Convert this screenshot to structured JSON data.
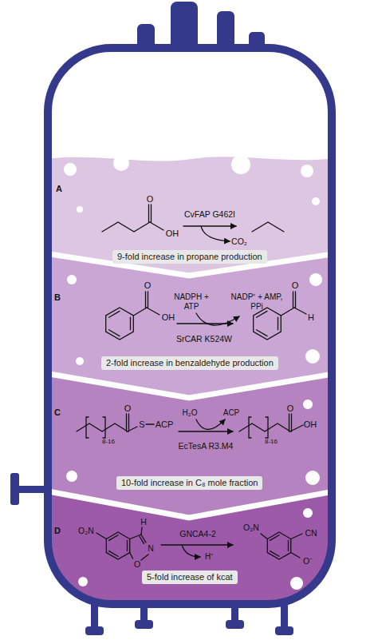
{
  "diagram": {
    "nodes": [
      {
        "text": [
          "A"
        ]
      },
      {
        "text": [
          "9-fold increase in propane production"
        ],
        "in": 0
      },
      {
        "text": [
          "B"
        ]
      },
      {
        "text": [
          "2-fold increase in benzaldehyde production"
        ],
        "in": 2
      },
      {
        "text": [
          "C"
        ]
      },
      {
        "text": [
          "10-fold increase in C₈ mole fraction"
        ],
        "in": 4
      },
      {
        "text": [
          "D"
        ]
      },
      {
        "text": [
          "5-fold increase of kcat"
        ],
        "in": 6
      }
    ],
    "labels": [
      "O",
      "OH",
      "CvFAP G462I",
      "CO₂",
      "O",
      "OH",
      "NADPH + ATP",
      "NADP⁺ + AMP, PPi",
      "SrCAR K524W",
      "O",
      "H",
      "O",
      "8-16",
      "S",
      "ACP",
      "H₂O",
      "ACP",
      "EcTesA R3.M4",
      "O",
      "8-16",
      "OH",
      "O₂N",
      "H",
      "N",
      "O",
      "GNCA4-2",
      "H⁺",
      "O₂N",
      "CN",
      "O⁻"
    ]
  }
}
